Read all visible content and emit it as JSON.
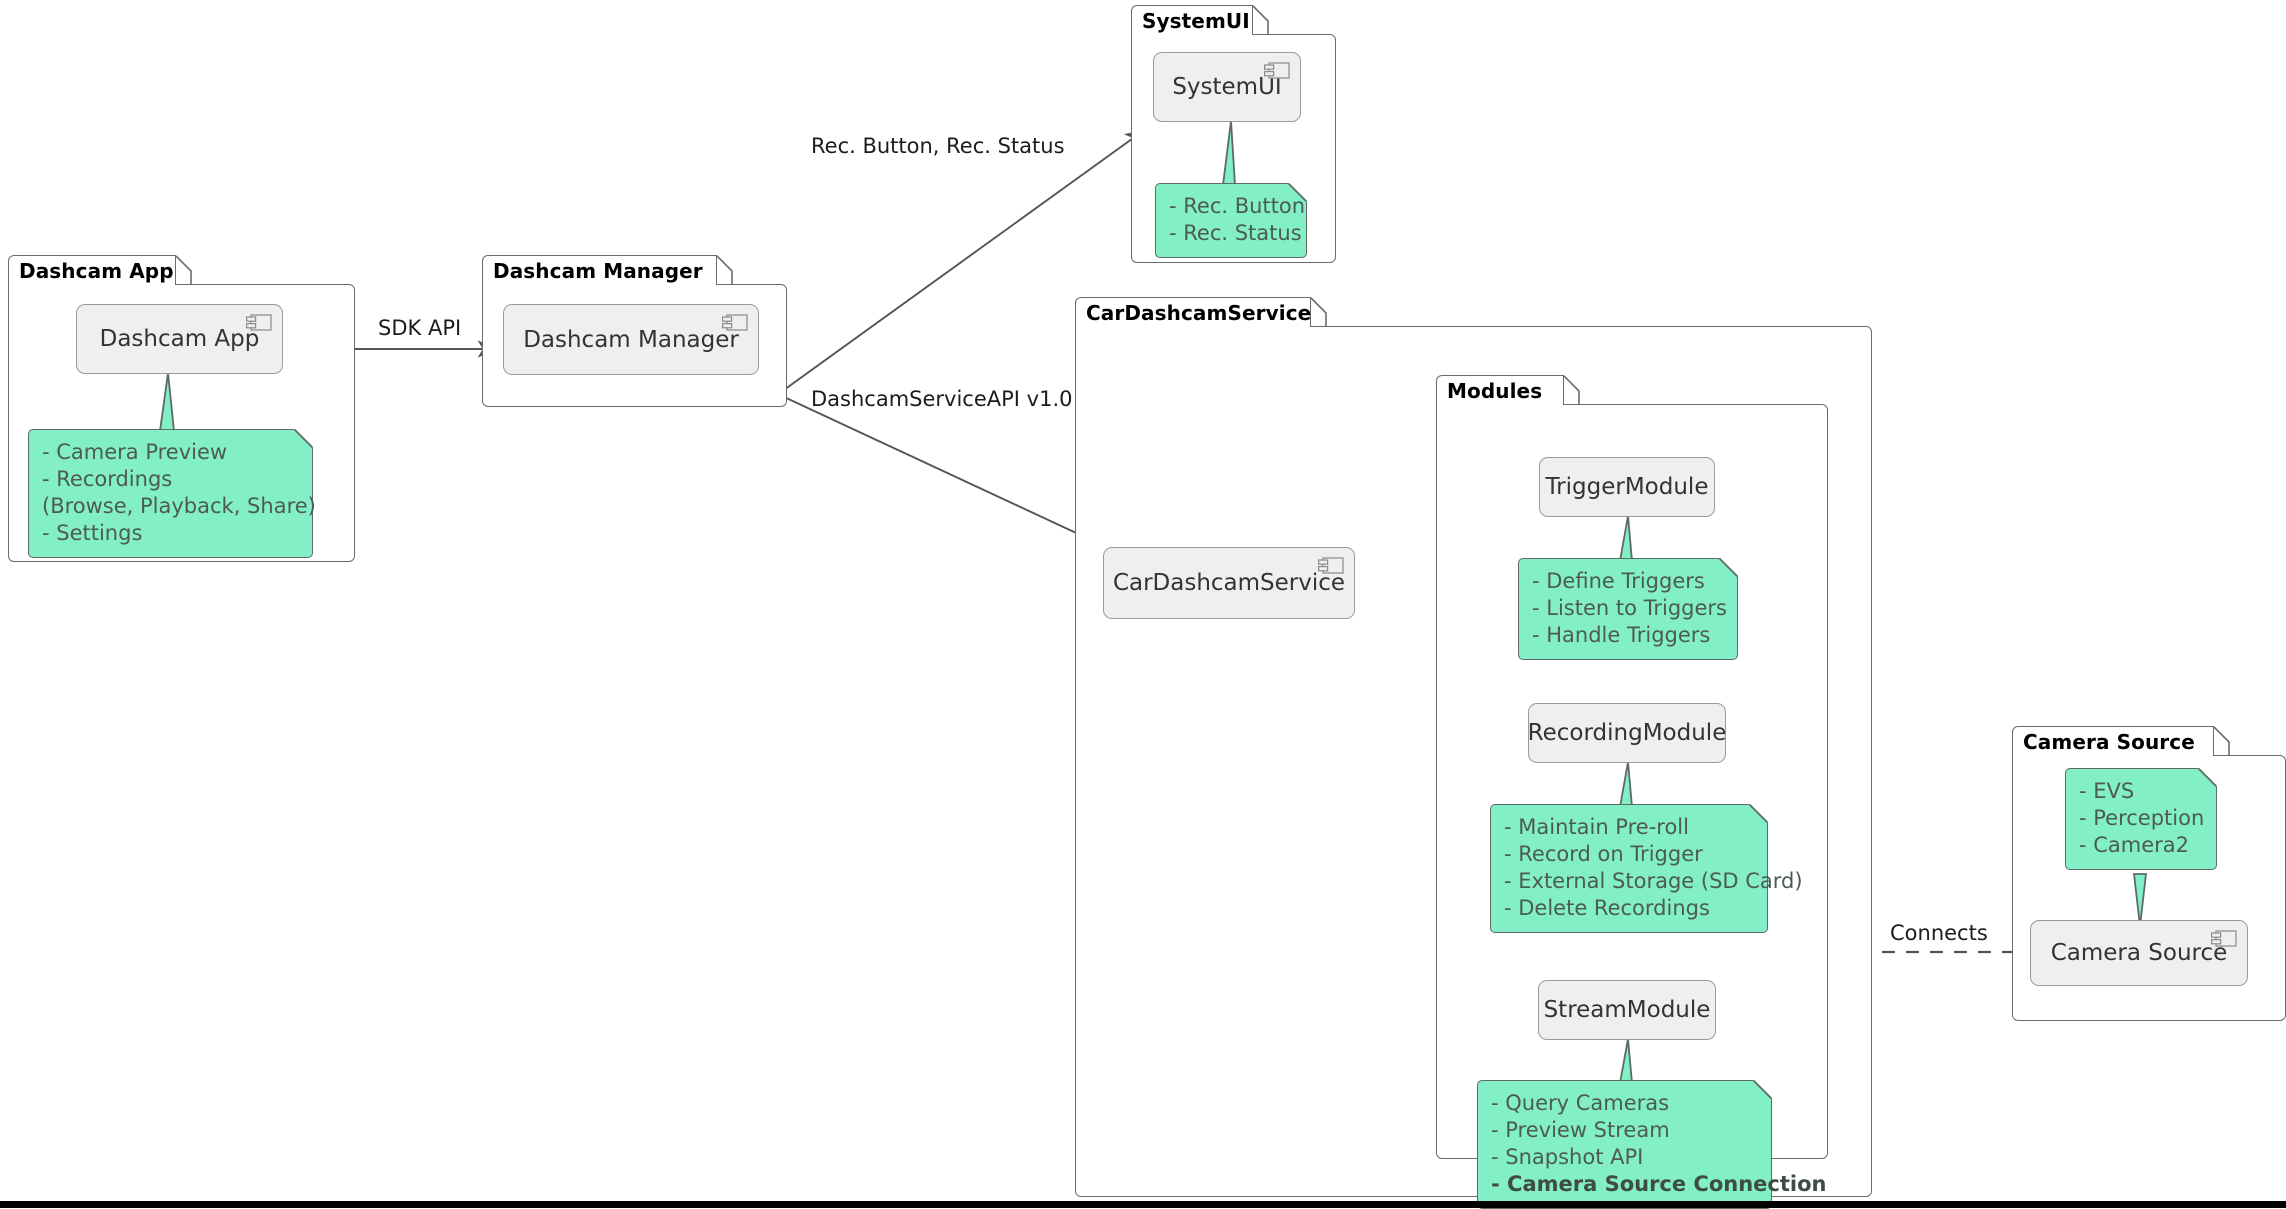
{
  "diagram": {
    "type": "uml-component-diagram",
    "title": "Dashcam architecture component diagram",
    "colors": {
      "note_fill": "#82EFC6",
      "note_border": "#5C6B63",
      "note_text": "#4C5B53",
      "component_fill": "#EFEFEF",
      "component_border": "#9A9A9A",
      "package_border": "#6B6B6B",
      "edge_stroke": "#555555",
      "background": "#FFFFFF"
    }
  },
  "packages": {
    "dashcam_app": {
      "label": "Dashcam App",
      "component": {
        "label": "Dashcam App",
        "icon": "component-icon"
      },
      "note": {
        "lines": [
          {
            "text": "- Camera Preview",
            "bold": false
          },
          {
            "text": "- Recordings",
            "bold": false
          },
          {
            "text": "  (Browse, Playback, Share)",
            "bold": false
          },
          {
            "text": "- Settings",
            "bold": false
          }
        ]
      }
    },
    "dashcam_manager": {
      "label": "Dashcam Manager",
      "component": {
        "label": "Dashcam Manager",
        "icon": "component-icon"
      }
    },
    "system_ui": {
      "label": "SystemUI",
      "component": {
        "label": "SystemUI",
        "icon": "component-icon"
      },
      "note": {
        "lines": [
          {
            "text": "- Rec. Button",
            "bold": false
          },
          {
            "text": "- Rec. Status",
            "bold": false
          }
        ]
      }
    },
    "car_dashcam_service": {
      "label": "CarDashcamService",
      "component": {
        "label": "CarDashcamService",
        "icon": "component-icon"
      },
      "modules": {
        "label": "Modules",
        "items": [
          {
            "component": {
              "label": "TriggerModule"
            },
            "note": {
              "lines": [
                {
                  "text": "- Define Triggers",
                  "bold": false
                },
                {
                  "text": "- Listen to Triggers",
                  "bold": false
                },
                {
                  "text": "- Handle Triggers",
                  "bold": false
                }
              ]
            }
          },
          {
            "component": {
              "label": "RecordingModule"
            },
            "note": {
              "lines": [
                {
                  "text": "- Maintain Pre-roll",
                  "bold": false
                },
                {
                  "text": "- Record on Trigger",
                  "bold": false
                },
                {
                  "text": "- External Storage (SD Card)",
                  "bold": false
                },
                {
                  "text": "- Delete Recordings",
                  "bold": false
                }
              ]
            }
          },
          {
            "component": {
              "label": "StreamModule"
            },
            "note": {
              "lines": [
                {
                  "text": "- Query Cameras",
                  "bold": false
                },
                {
                  "text": "- Preview Stream",
                  "bold": false
                },
                {
                  "text": "- Snapshot API",
                  "bold": false
                },
                {
                  "text": "- Camera Source Connection",
                  "bold": true
                }
              ]
            }
          }
        ]
      }
    },
    "camera_source": {
      "label": "Camera Source",
      "component": {
        "label": "Camera Source",
        "icon": "component-icon"
      },
      "note": {
        "lines": [
          {
            "text": "- EVS",
            "bold": false
          },
          {
            "text": "- Perception",
            "bold": false
          },
          {
            "text": "- Camera2",
            "bold": false
          }
        ]
      }
    }
  },
  "edges": {
    "sdk_api": {
      "label": "SDK API",
      "style": "solid-arrow"
    },
    "rec_button_status": {
      "label": "Rec. Button, Rec. Status",
      "style": "solid-arrow"
    },
    "dashcam_service_api": {
      "label": "DashcamServiceAPI v1.0",
      "style": "solid-arrow"
    },
    "to_trigger_module": {
      "label": "",
      "style": "solid-arrow"
    },
    "to_recording_module": {
      "label": "",
      "style": "solid-arrow"
    },
    "to_stream_module": {
      "label": "",
      "style": "solid-arrow-curved"
    },
    "connects": {
      "label": "Connects",
      "style": "dashed"
    }
  }
}
